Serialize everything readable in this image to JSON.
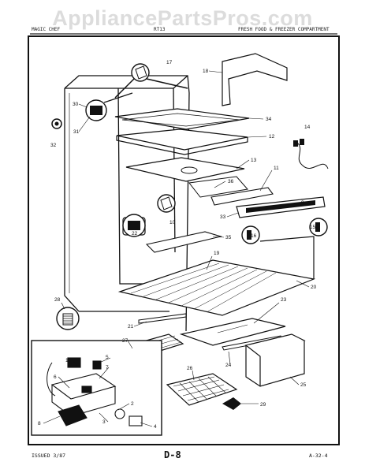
{
  "watermark": "AppliancePartsPros.com",
  "header": {
    "brand": "MAGIC CHEF",
    "model": "RT13",
    "section": "FRESH FOOD & FREEZER COMPARTMENT"
  },
  "callouts": [
    "1",
    "2",
    "3",
    "4",
    "5",
    "6",
    "7",
    "8",
    "9",
    "10",
    "11",
    "12",
    "13",
    "14",
    "15",
    "16",
    "17",
    "18",
    "19",
    "20",
    "21",
    "22",
    "23",
    "24",
    "25",
    "26",
    "27",
    "28",
    "29",
    "30",
    "31",
    "32",
    "33",
    "34",
    "35",
    "36"
  ],
  "footer": {
    "issued": "ISSUED 3/87",
    "page": "D-8",
    "code": "A-32-4"
  }
}
